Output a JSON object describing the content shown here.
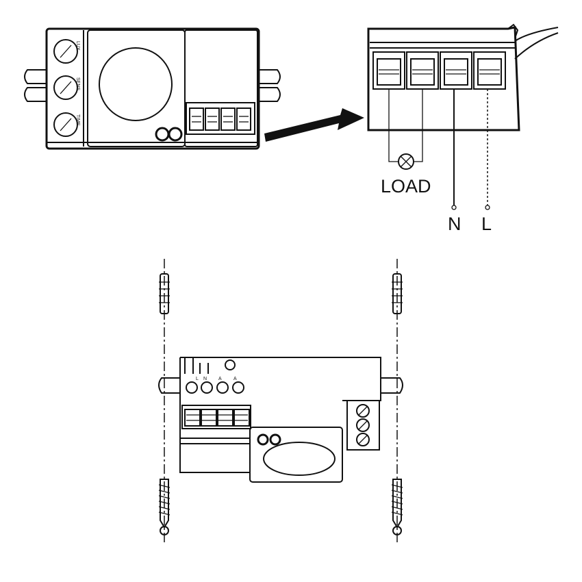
{
  "labels": {
    "load": "LOAD",
    "neutral": "N",
    "live": "L",
    "knob_lux": "LUX",
    "knob_sens": "SENS",
    "knob_time": "TIME",
    "term_l": "L",
    "term_n": "N",
    "term_a1": "A",
    "term_a2": "A"
  },
  "colors": {
    "ink": "#111111",
    "paper": "#ffffff"
  }
}
